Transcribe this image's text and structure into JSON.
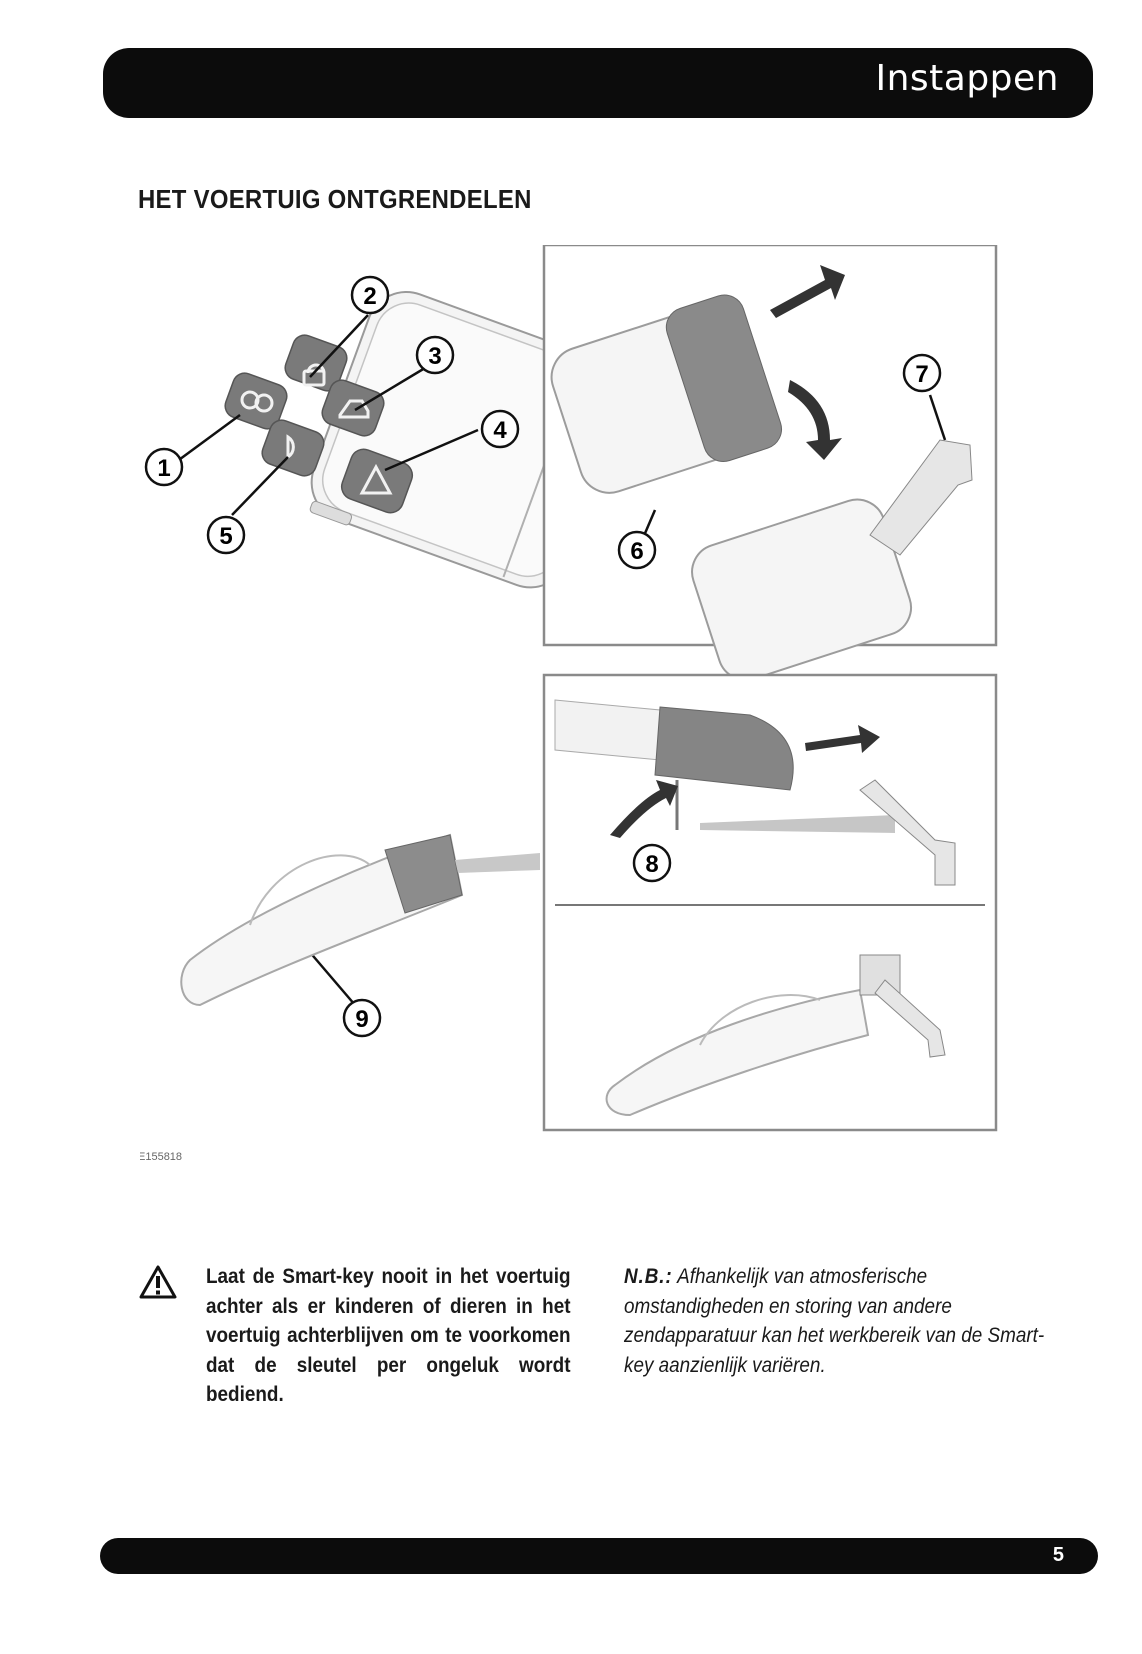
{
  "header": {
    "title": "Instappen"
  },
  "section": {
    "heading": "HET VOERTUIG ONTGRENDELEN"
  },
  "figure": {
    "id": "E155818",
    "callouts": [
      "1",
      "2",
      "3",
      "4",
      "5",
      "6",
      "7",
      "8",
      "9"
    ]
  },
  "warning": {
    "icon": "warning-triangle-icon",
    "text": "Laat de Smart-key nooit in het voertuig achter als er kinderen of dieren in het voertuig achterblijven om te voorkomen dat de sleutel per ongeluk wordt bediend."
  },
  "note": {
    "label": "N.B.:",
    "text": " Afhankelijk van atmosferische omstandigheden en storing van andere zendapparatuur kan het werkbereik van de Smart-key aanzienlijk variëren."
  },
  "footer": {
    "page_number": "5"
  }
}
